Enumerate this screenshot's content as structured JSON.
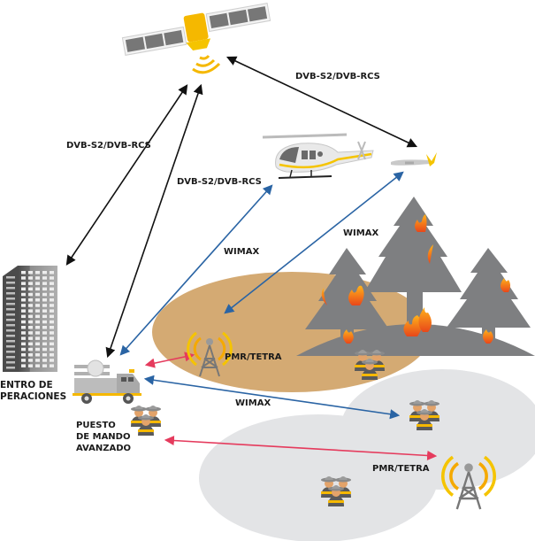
{
  "title": "Emergency communications network diagram",
  "colors": {
    "satellite_link": "#111111",
    "wimax_link": "#2a64a4",
    "pmr_link": "#e53b5d",
    "fire_zone": "#d4aa73",
    "coverage_zone": "#e3e4e6",
    "tree": "#7e7f81",
    "accent_yellow": "#f5b800",
    "flame_orange": "#f07a16"
  },
  "nodes": {
    "satellite": {
      "label": "",
      "icon": "satellite-icon"
    },
    "helicopter": {
      "label": "",
      "icon": "helicopter-icon"
    },
    "drone": {
      "label": "",
      "icon": "drone-icon"
    },
    "operations_center": {
      "label_line1": "ENTRO DE",
      "label_line2": "PERACIONES",
      "icon": "building-icon"
    },
    "command_post": {
      "label_line1": "PUESTO",
      "label_line2": "DE MANDO",
      "label_line3": "AVANZADO",
      "icon": "fire-truck-icon"
    },
    "tower_fire_zone": {
      "icon": "radio-tower-icon"
    },
    "tower_coverage": {
      "icon": "radio-tower-icon"
    },
    "forest": {
      "icon": "burning-forest-icon"
    }
  },
  "links": [
    {
      "id": "sat-drone",
      "label": "DVB-S2/DVB-RCS",
      "type": "satellite"
    },
    {
      "id": "sat-building",
      "label": "DVB-S2/DVB-RCS",
      "type": "satellite"
    },
    {
      "id": "sat-truck",
      "label": "DVB-S2/DVB-RCS",
      "type": "satellite"
    },
    {
      "id": "truck-helicopter",
      "label": "WIMAX",
      "type": "wimax"
    },
    {
      "id": "drone-firezone",
      "label": "WIMAX",
      "type": "wimax"
    },
    {
      "id": "truck-firefighters",
      "label": "WIMAX",
      "type": "wimax"
    },
    {
      "id": "truck-tower",
      "label": "PMR/TETRA",
      "type": "pmr"
    },
    {
      "id": "firefighters-tower",
      "label": "PMR/TETRA",
      "type": "pmr"
    }
  ]
}
